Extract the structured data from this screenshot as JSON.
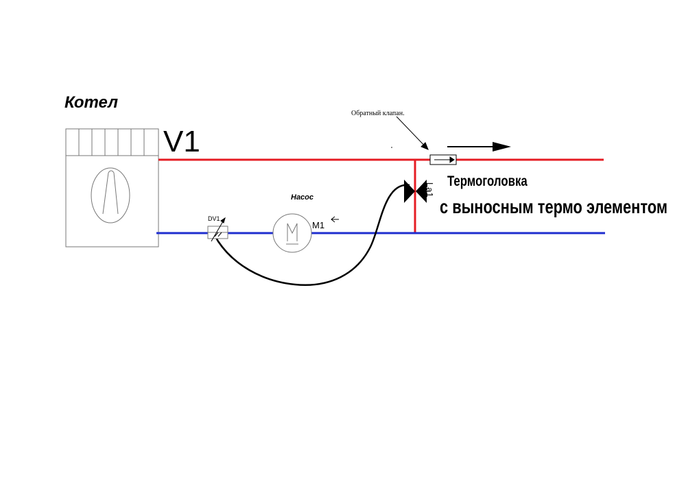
{
  "labels": {
    "boiler": "Котел",
    "supply_line": "V1",
    "check_valve": "Обратный клапан.",
    "pump": "Насос",
    "pump_tag": "M1",
    "balancing_valve_tag": "DV1",
    "thermo_valve_tag": "La1",
    "thermo_head_line1": "Термоголовка",
    "thermo_head_line2": "с выносным термо элементом"
  },
  "colors": {
    "supply": "#e51c23",
    "return": "#1f2ecf",
    "outline": "#000000",
    "equipment": "#777777"
  },
  "icons": {
    "boiler": "boiler-icon",
    "pump": "pump-motor-icon",
    "balancing_valve": "balancing-valve-icon",
    "thermostatic_valve": "thermostatic-valve-icon",
    "check_valve": "check-valve-icon"
  }
}
